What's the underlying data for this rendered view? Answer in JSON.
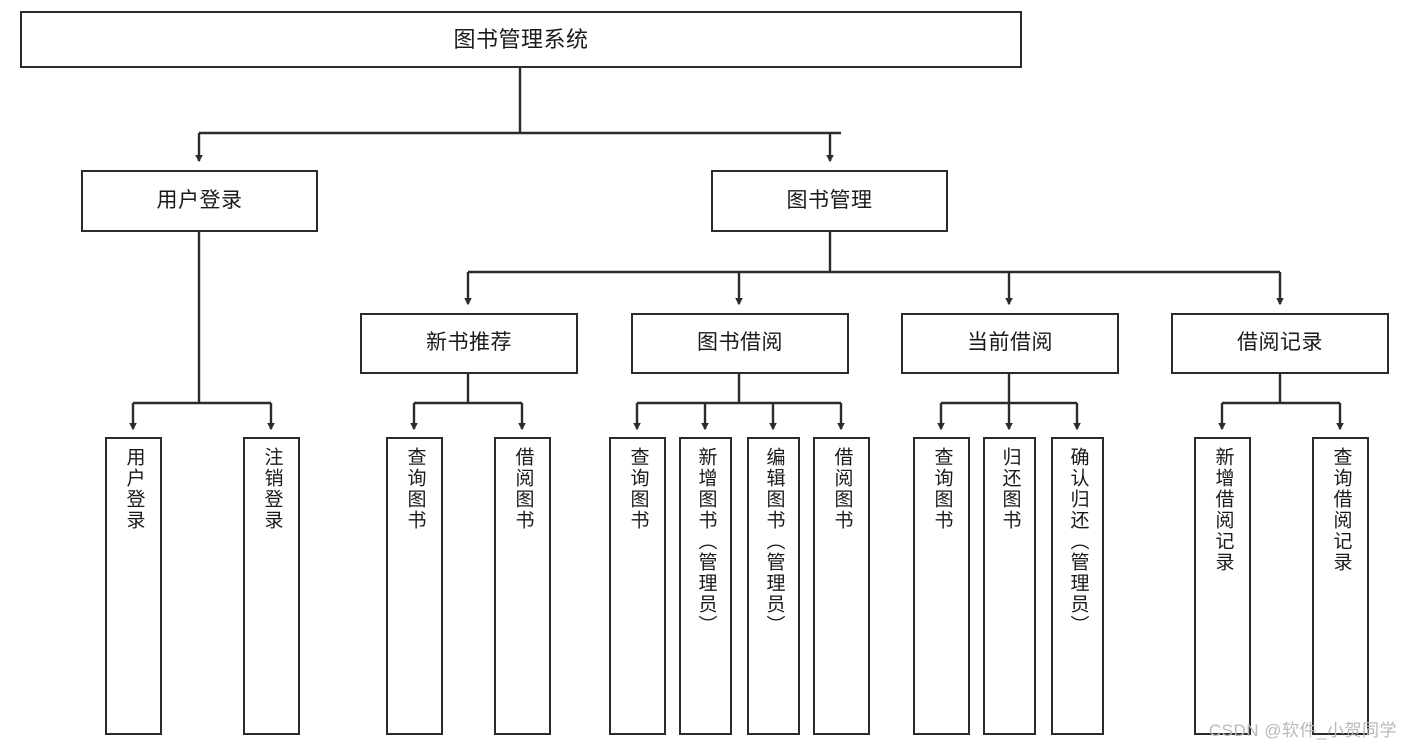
{
  "diagram": {
    "title": "图书管理系统",
    "type": "tree-hierarchy-chart",
    "watermark": "CSDN @软件_小贺同学",
    "colors": {
      "stroke": "#2b2b2b",
      "fill": "#ffffff",
      "text": "#1a1a1a",
      "watermark": "#b9b9b9"
    },
    "levels": {
      "level1": [
        {
          "id": "root",
          "label": "图书管理系统"
        }
      ],
      "level2": [
        {
          "id": "user-login",
          "label": "用户登录"
        },
        {
          "id": "book-management",
          "label": "图书管理"
        }
      ],
      "level3": [
        {
          "id": "new-book-recommend",
          "label": "新书推荐"
        },
        {
          "id": "book-borrow",
          "label": "图书借阅"
        },
        {
          "id": "current-borrow",
          "label": "当前借阅"
        },
        {
          "id": "borrow-record",
          "label": "借阅记录"
        }
      ],
      "leaves": {
        "user-login": [
          {
            "id": "leaf-user-login",
            "label": "用户登录"
          },
          {
            "id": "leaf-logout-login",
            "label": "注销登录"
          }
        ],
        "new-book-recommend": [
          {
            "id": "leaf-query-book-1",
            "label": "查询图书"
          },
          {
            "id": "leaf-borrow-book-1",
            "label": "借阅图书"
          }
        ],
        "book-borrow": [
          {
            "id": "leaf-query-book-2",
            "label": "查询图书"
          },
          {
            "id": "leaf-add-book-admin",
            "label": "新增图书（管理员）"
          },
          {
            "id": "leaf-edit-book-admin",
            "label": "编辑图书（管理员）"
          },
          {
            "id": "leaf-borrow-book-2",
            "label": "借阅图书"
          }
        ],
        "current-borrow": [
          {
            "id": "leaf-query-book-3",
            "label": "查询图书"
          },
          {
            "id": "leaf-return-book",
            "label": "归还图书"
          },
          {
            "id": "leaf-confirm-return-admin",
            "label": "确认归还（管理员）"
          }
        ],
        "borrow-record": [
          {
            "id": "leaf-add-borrow-record",
            "label": "新增借阅记录"
          },
          {
            "id": "leaf-query-borrow-record",
            "label": "查询借阅记录"
          }
        ]
      }
    }
  }
}
